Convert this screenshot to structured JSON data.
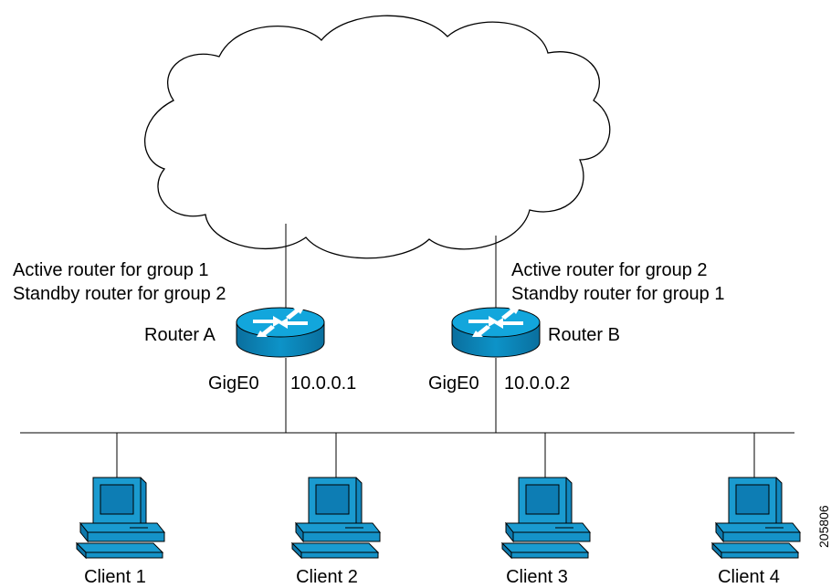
{
  "routers": {
    "a": {
      "name": "Router A",
      "role_line1": "Active router for group 1",
      "role_line2": "Standby router for group 2",
      "interface": "GigE0",
      "ip": "10.0.0.1"
    },
    "b": {
      "name": "Router B",
      "role_line1": "Active router for group 2",
      "role_line2": "Standby router for group 1",
      "interface": "GigE0",
      "ip": "10.0.0.2"
    }
  },
  "clients": [
    {
      "label": "Client 1"
    },
    {
      "label": "Client 2"
    },
    {
      "label": "Client 3"
    },
    {
      "label": "Client 4"
    }
  ],
  "figure_id": "205806",
  "colors": {
    "router_top": "#0ea5d6",
    "router_side": "#0b7fb3",
    "client_fill": "#1a9bd0",
    "line": "#000000"
  }
}
